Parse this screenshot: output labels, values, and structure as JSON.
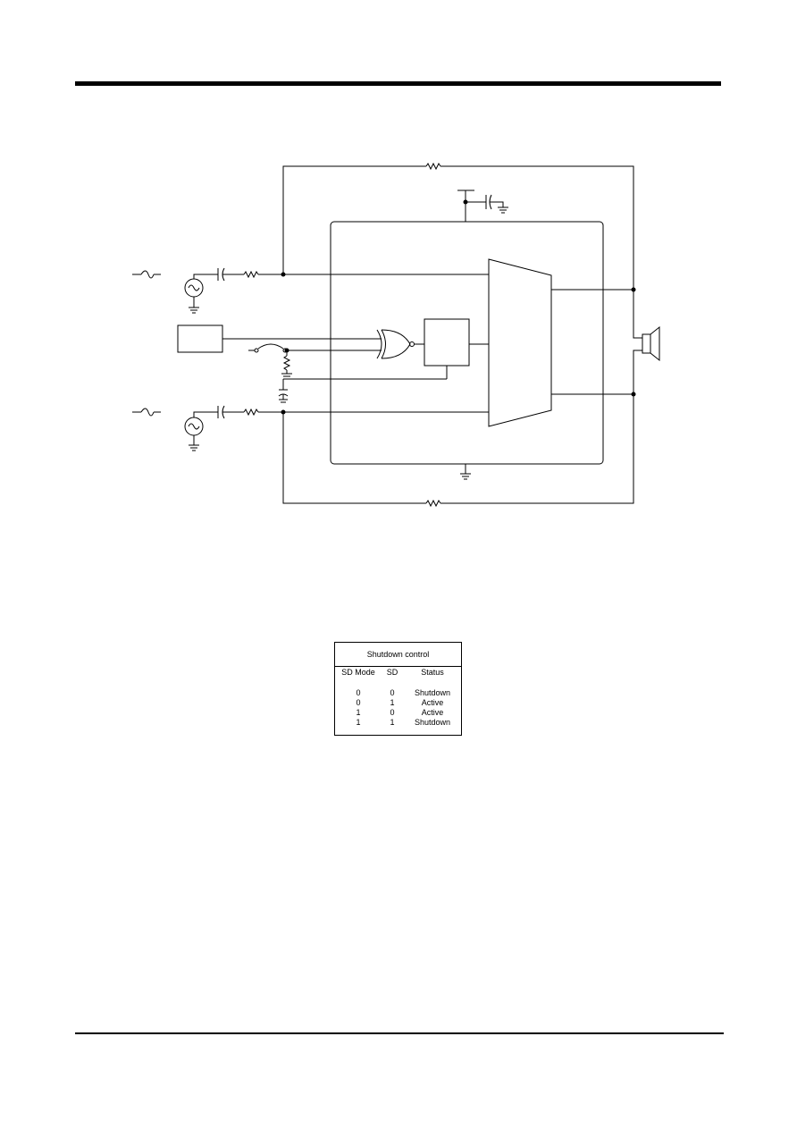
{
  "table": {
    "title": "Shutdown control",
    "headers": [
      "SD Mode",
      "SD",
      "Status"
    ],
    "rows": [
      [
        "0",
        "0",
        "Shutdown"
      ],
      [
        "0",
        "1",
        "Active"
      ],
      [
        "1",
        "0",
        "Active"
      ],
      [
        "1",
        "1",
        "Shutdown"
      ]
    ]
  }
}
